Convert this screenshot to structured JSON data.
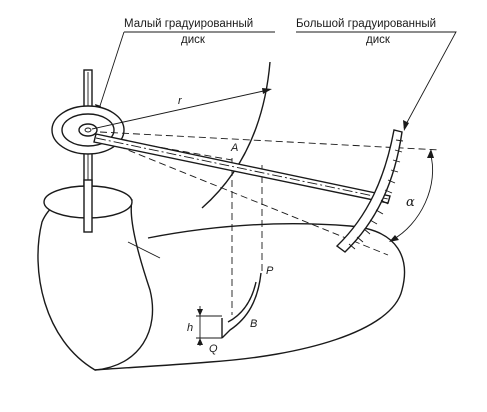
{
  "captions": {
    "small_disc_line1": "Малый градуированный",
    "small_disc_line2": "диск",
    "large_disc_line1": "Большой градуированный",
    "large_disc_line2": "диск"
  },
  "labels": {
    "radius": "r",
    "point_a": "A",
    "point_p": "P",
    "point_b": "B",
    "point_q": "Q",
    "height": "h",
    "angle": "α"
  }
}
